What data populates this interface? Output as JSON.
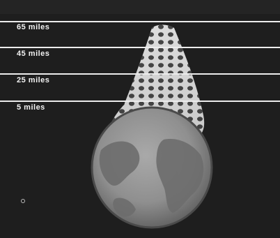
{
  "altitude_scale": [
    {
      "label": "65 miles"
    },
    {
      "label": "45 miles"
    },
    {
      "label": "25 miles"
    },
    {
      "label": "5 miles"
    }
  ]
}
